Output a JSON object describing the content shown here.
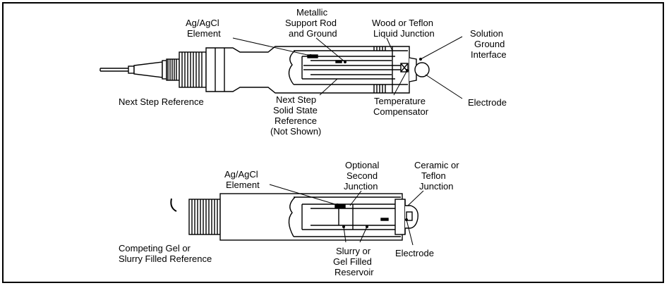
{
  "top_probe": {
    "caption": "Next Step Reference",
    "labels": {
      "element_1": "Ag/AgCl",
      "element_2": "Element",
      "rod_1": "Metallic",
      "rod_2": "Support Rod",
      "rod_3": "and Ground",
      "junction_1": "Wood or Teflon",
      "junction_2": "Liquid Junction",
      "interface_1": "Solution",
      "interface_2": "Ground",
      "interface_3": "Interface",
      "solid_1": "Next Step",
      "solid_2": "Solid State",
      "solid_3": "Reference",
      "solid_4": "(Not Shown)",
      "temp_1": "Temperature",
      "temp_2": "Compensator",
      "electrode": "Electrode"
    }
  },
  "bottom_probe": {
    "caption_1": "Competing Gel or",
    "caption_2": "Slurry Filled Reference",
    "labels": {
      "element_1": "Ag/AgCl",
      "element_2": "Element",
      "second_1": "Optional",
      "second_2": "Second",
      "second_3": "Junction",
      "ceramic_1": "Ceramic or",
      "ceramic_2": "Teflon",
      "ceramic_3": "Junction",
      "slurry_1": "Slurry or",
      "slurry_2": "Gel Filled",
      "slurry_3": "Reservoir",
      "electrode": "Electrode"
    }
  }
}
